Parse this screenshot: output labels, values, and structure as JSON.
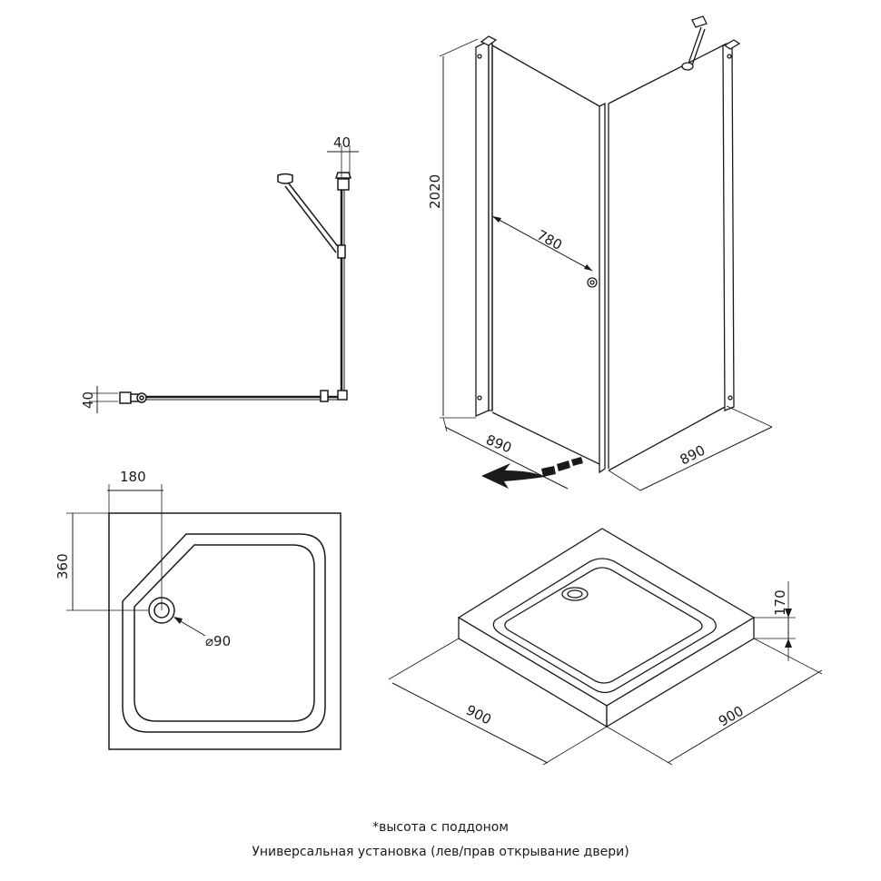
{
  "top_view": {
    "side_offset": "40",
    "pivot_offset": "40"
  },
  "enclosure": {
    "height": "2020",
    "door_width": "780",
    "depth_left": "890",
    "depth_right": "890"
  },
  "tray_plan": {
    "drain_offset_x": "180",
    "drain_offset_y": "360",
    "drain_diameter": "⌀90"
  },
  "tray_3d": {
    "width": "900",
    "depth": "900",
    "height": "170"
  },
  "captions": {
    "height_note": "*высота с поддоном",
    "installation": "Универсальная установка (лев/прав открывание двери)"
  },
  "colors": {
    "line": "#1a1a1a"
  }
}
